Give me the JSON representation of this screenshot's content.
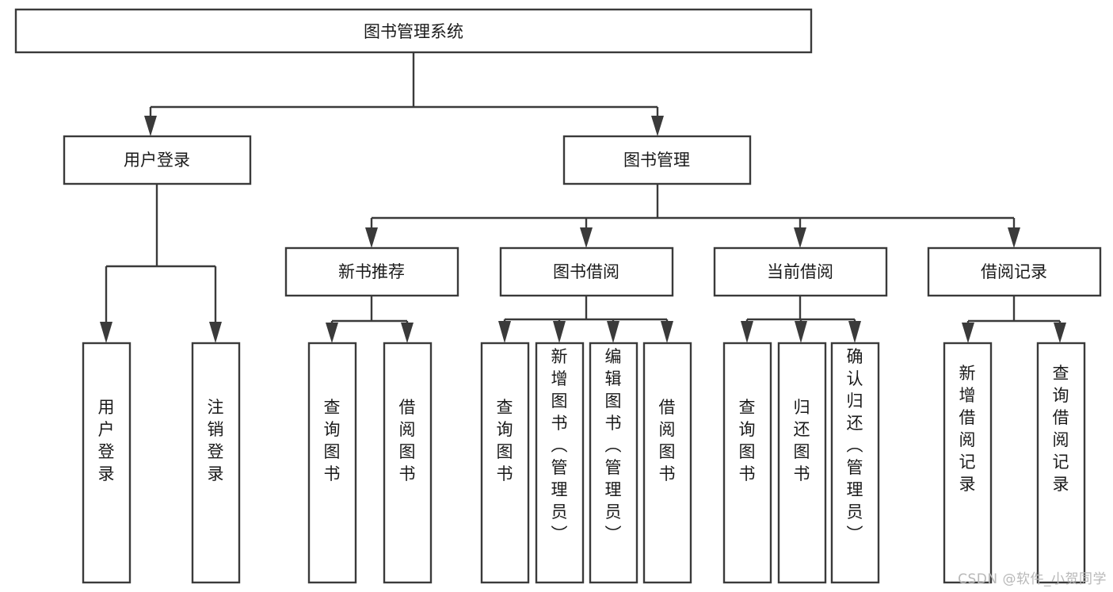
{
  "diagram": {
    "type": "tree",
    "title": "图书管理系统",
    "watermark": "CSDN @软件_小贺同学",
    "colors": {
      "stroke": "#3a3a3a",
      "fill": "#ffffff",
      "text": "#1a1a1a",
      "watermark": "#b8b8b8"
    },
    "root": {
      "label": "图书管理系统"
    },
    "level2": [
      {
        "label": "用户登录"
      },
      {
        "label": "图书管理"
      }
    ],
    "level3": [
      {
        "label": "新书推荐"
      },
      {
        "label": "图书借阅"
      },
      {
        "label": "当前借阅"
      },
      {
        "label": "借阅记录"
      }
    ],
    "leaves": {
      "user_login": [
        {
          "label": "用户登录"
        },
        {
          "label": "注销登录"
        }
      ],
      "new_book_recommend": [
        {
          "label": "查询图书"
        },
        {
          "label": "借阅图书"
        }
      ],
      "book_borrow": [
        {
          "label": "查询图书"
        },
        {
          "label": "新增图书（管理员）"
        },
        {
          "label": "编辑图书（管理员）"
        },
        {
          "label": "借阅图书"
        }
      ],
      "current_borrow": [
        {
          "label": "查询图书"
        },
        {
          "label": "归还图书"
        },
        {
          "label": "确认归还（管理员）"
        }
      ],
      "borrow_record": [
        {
          "label": "新增借阅记录"
        },
        {
          "label": "查询借阅记录"
        }
      ]
    }
  }
}
